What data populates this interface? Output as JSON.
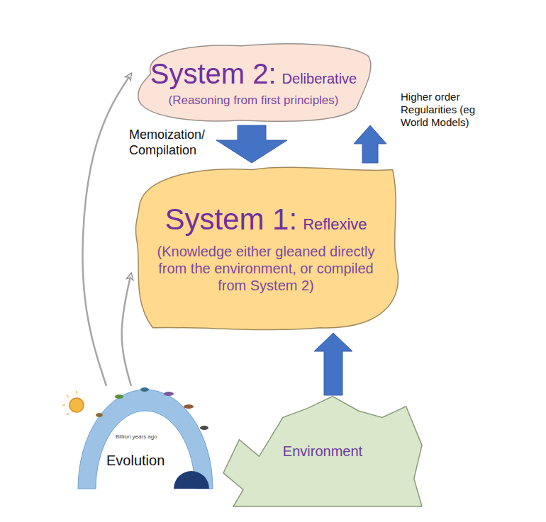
{
  "diagram": {
    "nodes": [
      {
        "text": [
          "System 2:",
          "Deliberative",
          "(Reasoning from first principles)"
        ]
      },
      {
        "text": [
          "System 1:",
          "Reflexive",
          "(Knowledge either gleaned directly from the environment, or compiled from System 2)"
        ]
      },
      {
        "text": [
          "Evolution"
        ]
      },
      {
        "text": [
          "Environment"
        ]
      }
    ],
    "edges": [
      {
        "from": 0,
        "to": 1,
        "label": "Memoization/ Compilation",
        "arrow": "to"
      },
      {
        "from": 1,
        "to": 0,
        "label": "Higher order Regularities (eg World Models)",
        "arrow": "to"
      },
      {
        "from": 3,
        "to": 1,
        "arrow": "to"
      },
      {
        "from": 2,
        "to": 0,
        "arrow": "to"
      },
      {
        "from": 2,
        "to": 1,
        "arrow": "to"
      }
    ],
    "labels": [
      "Billion years ago"
    ]
  }
}
